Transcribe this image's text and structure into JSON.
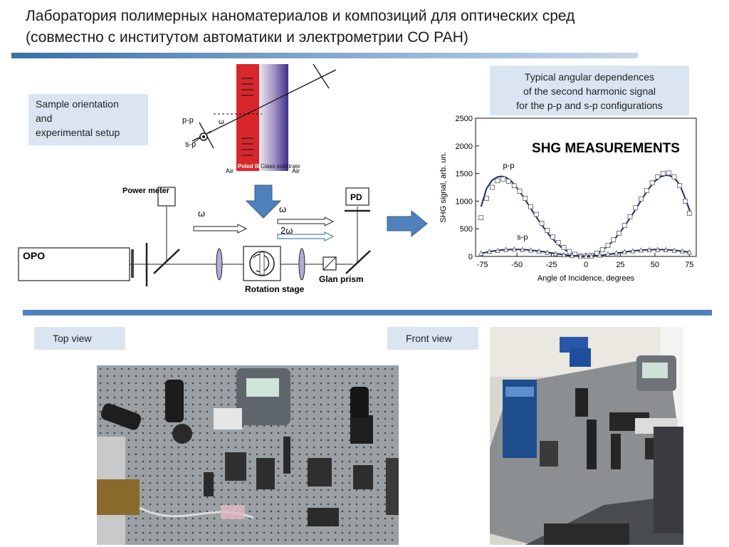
{
  "title": {
    "line1": "Лаборатория полимерных наноматериалов  и композиций для оптических сред",
    "line2": "(совместно с институтом автоматики и электрометрии СО РАН)"
  },
  "sample_label": {
    "line1": "Sample orientation",
    "line2": "and",
    "line3": "experimental setup"
  },
  "typical_label": {
    "line1": "Typical angular dependences",
    "line2": "of the second harmonic signal",
    "line3": "for the p-p and s-p configurations"
  },
  "top_view_label": "Top view",
  "front_view_label": "Front view",
  "setup": {
    "pp": "p-p",
    "sp": "s-p",
    "omega_small": "ω",
    "air_left": "Air",
    "poled_film": "Poled film",
    "glass_substrate": "Glass substrate",
    "air_right": "Air",
    "power_meter": "Power meter",
    "omega": "ω",
    "two_omega": "2ω",
    "pd": "PD",
    "opo": "OPO",
    "rotation_stage": "Rotation stage",
    "glan_prism": "Glan prism"
  },
  "chart_data": {
    "type": "scatter",
    "title": "SHG  MEASUREMENTS",
    "xlabel": "Angle of Incidence, degrees",
    "ylabel": "SHG signal, arb. un.",
    "xlim": [
      -80,
      80
    ],
    "ylim": [
      0,
      2500
    ],
    "xticks": [
      -75,
      -50,
      -25,
      0,
      25,
      50,
      75
    ],
    "yticks": [
      0,
      500,
      1000,
      1500,
      2000,
      2500
    ],
    "series": [
      {
        "name": "p-p",
        "marker": "square",
        "x": [
          -76,
          -72,
          -68,
          -64,
          -60,
          -56,
          -52,
          -48,
          -44,
          -40,
          -36,
          -32,
          -28,
          -24,
          -20,
          -16,
          -12,
          -8,
          -4,
          0,
          4,
          8,
          12,
          16,
          20,
          24,
          28,
          32,
          36,
          40,
          44,
          48,
          52,
          56,
          60,
          64,
          68,
          72,
          75
        ],
        "values": [
          700,
          1050,
          1250,
          1370,
          1400,
          1360,
          1280,
          1180,
          1050,
          900,
          760,
          600,
          470,
          350,
          250,
          160,
          90,
          40,
          10,
          5,
          20,
          60,
          120,
          200,
          300,
          420,
          560,
          720,
          880,
          1040,
          1190,
          1330,
          1440,
          1500,
          1510,
          1440,
          1280,
          1000,
          780
        ],
        "fit_x": [
          -76,
          -72,
          -68,
          -64,
          -61,
          -58,
          -54,
          -50,
          -46,
          -42,
          -38,
          -34,
          -30,
          -26,
          -22,
          -18,
          -14,
          -10,
          -6,
          -2,
          0,
          2,
          6,
          10,
          14,
          18,
          22,
          26,
          30,
          34,
          38,
          42,
          46,
          50,
          54,
          58,
          61,
          64,
          68,
          72,
          76
        ],
        "fit_y": [
          900,
          1230,
          1380,
          1440,
          1450,
          1430,
          1360,
          1240,
          1100,
          950,
          790,
          640,
          500,
          370,
          260,
          170,
          100,
          50,
          20,
          5,
          3,
          10,
          35,
          80,
          150,
          240,
          350,
          480,
          620,
          770,
          930,
          1090,
          1240,
          1360,
          1440,
          1470,
          1460,
          1420,
          1300,
          1050,
          780
        ]
      },
      {
        "name": "s-p",
        "marker": "triangle",
        "x": [
          -76,
          -70,
          -64,
          -58,
          -52,
          -46,
          -40,
          -34,
          -28,
          -22,
          -16,
          -10,
          -4,
          0,
          4,
          10,
          16,
          22,
          28,
          34,
          40,
          46,
          52,
          58,
          64,
          70,
          75
        ],
        "values": [
          60,
          90,
          110,
          125,
          130,
          125,
          115,
          95,
          75,
          50,
          30,
          15,
          5,
          2,
          8,
          25,
          45,
          65,
          85,
          100,
          115,
          120,
          125,
          120,
          110,
          95,
          80
        ],
        "fit_x": [
          -76,
          -68,
          -60,
          -52,
          -44,
          -36,
          -28,
          -20,
          -12,
          -4,
          0,
          4,
          12,
          20,
          28,
          36,
          44,
          52,
          60,
          68,
          76
        ],
        "fit_y": [
          55,
          95,
          120,
          128,
          122,
          102,
          75,
          45,
          18,
          4,
          2,
          5,
          22,
          50,
          80,
          105,
          120,
          125,
          118,
          100,
          75
        ]
      }
    ]
  }
}
